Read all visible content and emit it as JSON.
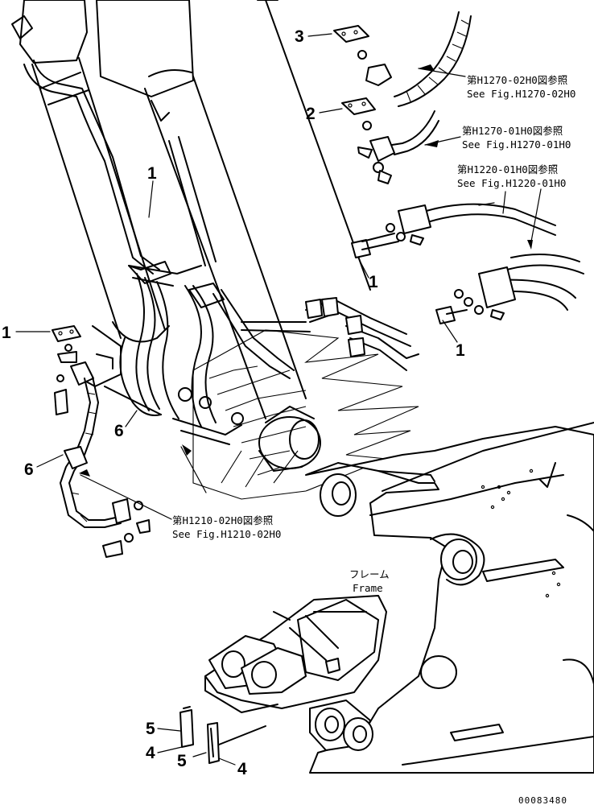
{
  "callouts": {
    "c3_top": "3",
    "c2_top": "2",
    "c1_bracket": "1",
    "c1_mid": "1",
    "c1_right": "1",
    "c1_left": "1",
    "c6_center": "6",
    "c6_left": "6",
    "c5_a": "5",
    "c4_a": "4",
    "c5_b": "5",
    "c4_b": "4"
  },
  "references": {
    "h1270_02_jp": "第H1270-02H0図参照",
    "h1270_02_en": "See Fig.H1270-02H0",
    "h1270_01_jp": "第H1270-01H0図参照",
    "h1270_01_en": "See Fig.H1270-01H0",
    "h1220_01_jp": "第H1220-01H0図参照",
    "h1220_01_en": "See Fig.H1220-01H0",
    "h1210_02_jp": "第H1210-02H0図参照",
    "h1210_02_en": "See Fig.H1210-02H0"
  },
  "frame_label": {
    "jp": "フレーム",
    "en": "Frame"
  },
  "document_number": "00083480"
}
